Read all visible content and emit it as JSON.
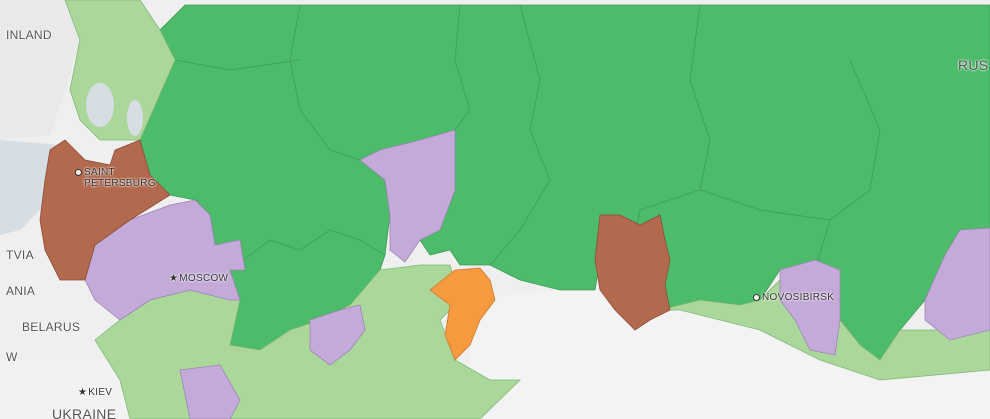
{
  "map": {
    "colors": {
      "dark_green": "#4cbb6a",
      "green_alt": "#45b463",
      "light_green": "#abd79a",
      "lavender": "#c3aad8",
      "brown": "#b2694e",
      "orange": "#f7993f",
      "water": "#d6dde3",
      "land_gray": "#f0f0f0",
      "border": "#3a8f52"
    },
    "country_labels": {
      "finland": "INLAND",
      "russia": "RUS",
      "latvia": "TVIA",
      "lithuania": "ANIA",
      "belarus": "BELARUS",
      "w": "W",
      "ukraine": "UKRAINE"
    },
    "city_labels": {
      "saint_petersburg": "SAINT\nPETERSBURG",
      "moscow": "MOSCOW",
      "novosibirsk": "NOVOSIBIRSK",
      "kiev": "KIEV"
    }
  }
}
